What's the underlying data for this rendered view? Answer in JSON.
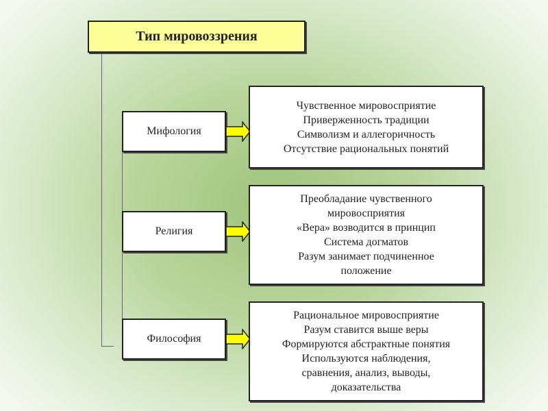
{
  "title": "Тип мировоззрения",
  "types": [
    {
      "label": "Мифология",
      "traits": [
        "Чувственное мировосприятие",
        "Приверженность традиции",
        "Символизм и аллегоричность",
        "Отсутствие рациональных понятий"
      ]
    },
    {
      "label": "Религия",
      "traits": [
        "Преобладание чувственного мировосприятия",
        "«Вера» возводится в принцип",
        "Система догматов",
        "Разум занимает подчиненное положение"
      ]
    },
    {
      "label": "Философия",
      "traits": [
        "Рациональное мировосприятие",
        "Разум ставится выше веры",
        "Формируются абстрактные понятия",
        "Используются наблюдения, сравнения, анализ, выводы, доказательства"
      ]
    }
  ],
  "colors": {
    "title_fill": "#ffff99",
    "arrow_fill": "#ffff00"
  }
}
